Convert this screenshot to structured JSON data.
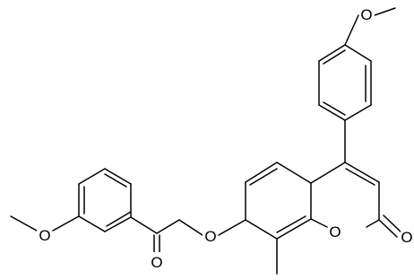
{
  "molecule": {
    "atoms": {
      "o_top_methoxy": "O",
      "o_left_methoxy": "O",
      "o_ketone": "O",
      "o_ether": "O",
      "o_ring": "O",
      "o_lactone": "O"
    }
  }
}
